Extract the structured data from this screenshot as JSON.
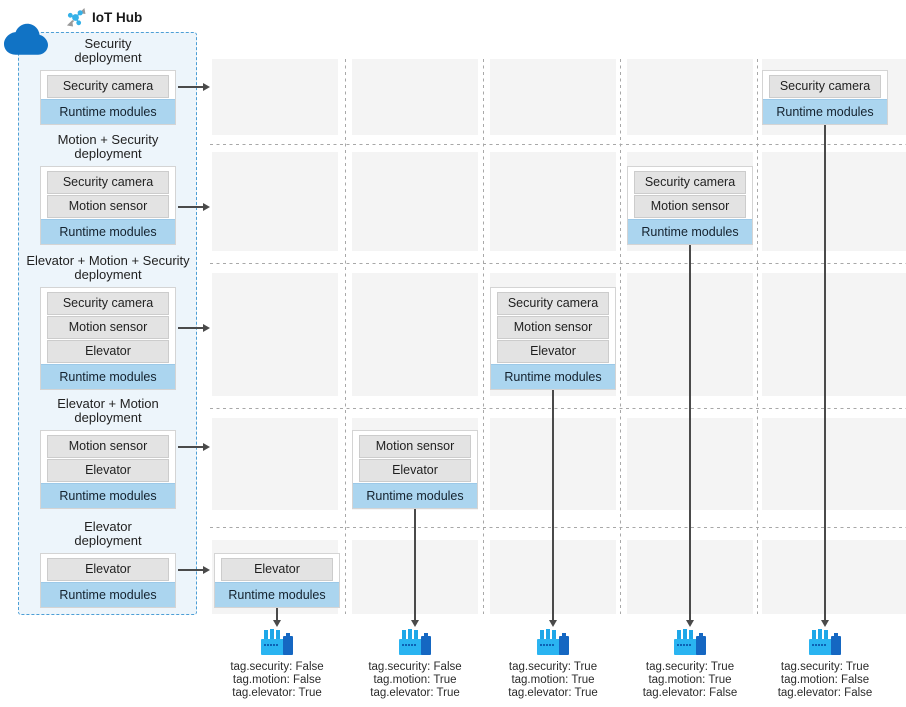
{
  "header": {
    "title": "IoT Hub"
  },
  "icons": {
    "cloud": "cloud-icon",
    "iot_hub": "iot-hub-icon",
    "factory": "factory-icon",
    "arrow_right": "arrow-right-icon",
    "arrow_down": "arrow-down-icon"
  },
  "colors": {
    "hub_fill": "#edf5fb",
    "hub_border": "#4d9fd6",
    "cell_bg": "#f4f4f4",
    "gray_box": "#e3e3e3",
    "blue_box": "#abd5ef",
    "cloud_blue": "#1173c5",
    "factory_cyan": "#2ab4f1",
    "factory_dark_blue": "#1567c2",
    "arrow": "#4a4a4a"
  },
  "deployments": [
    {
      "title_line1": "Security",
      "title_line2": "deployment",
      "modules": [
        "Security camera"
      ],
      "runtime_label": "Runtime modules",
      "target_column": 5
    },
    {
      "title_line1": "Motion + Security",
      "title_line2": "deployment",
      "modules": [
        "Security camera",
        "Motion sensor"
      ],
      "runtime_label": "Runtime modules",
      "target_column": 4
    },
    {
      "title_line1": "Elevator + Motion + Security",
      "title_line2": "deployment",
      "modules": [
        "Security camera",
        "Motion sensor",
        "Elevator"
      ],
      "runtime_label": "Runtime modules",
      "target_column": 3
    },
    {
      "title_line1": "Elevator + Motion",
      "title_line2": "deployment",
      "modules": [
        "Motion sensor",
        "Elevator"
      ],
      "runtime_label": "Runtime modules",
      "target_column": 2
    },
    {
      "title_line1": "Elevator",
      "title_line2": "deployment",
      "modules": [
        "Elevator"
      ],
      "runtime_label": "Runtime modules",
      "target_column": 1
    }
  ],
  "devices": [
    {
      "tags": [
        "tag.security: False",
        "tag.motion: False",
        "tag.elevator: True"
      ]
    },
    {
      "tags": [
        "tag.security: False",
        "tag.motion: True",
        "tag.elevator: True"
      ]
    },
    {
      "tags": [
        "tag.security: True",
        "tag.motion: True",
        "tag.elevator: True"
      ]
    },
    {
      "tags": [
        "tag.security: True",
        "tag.motion: True",
        "tag.elevator: False"
      ]
    },
    {
      "tags": [
        "tag.security: True",
        "tag.motion: False",
        "tag.elevator: False"
      ]
    }
  ]
}
